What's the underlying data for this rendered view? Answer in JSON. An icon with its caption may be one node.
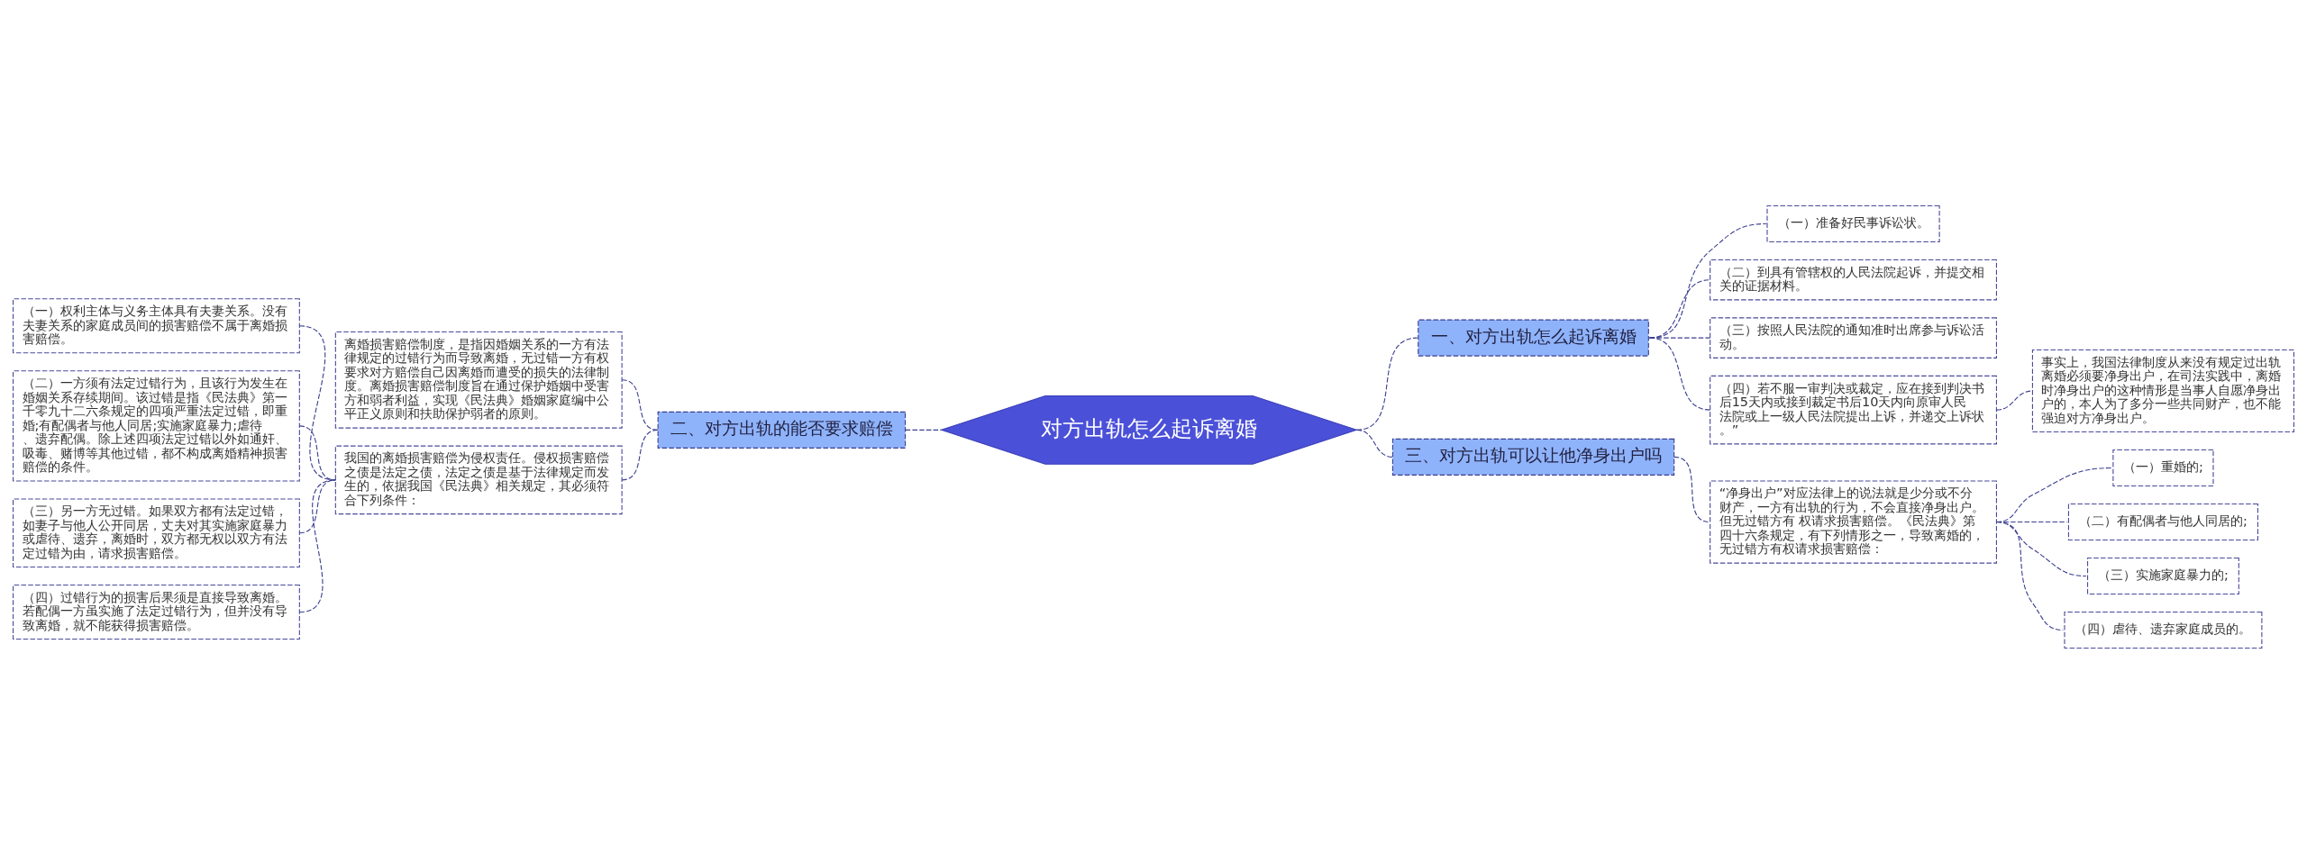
{
  "diagram": {
    "nodes": [
      {
        "text": [
          "对方出轨怎么起诉离婚"
        ]
      },
      {
        "text": [
          "一、对方出轨怎么起诉离婚"
        ]
      },
      {
        "text": [
          "（一）准备好民事诉讼状。"
        ]
      },
      {
        "text": [
          "（二）到具有管辖权的人民法院起诉，并提交相关的证据材料。"
        ]
      },
      {
        "text": [
          "（三）按照人民法院的通知准时出席参与诉讼活动。"
        ]
      },
      {
        "text": [
          "（四）若不服一审判决或裁定，应在接到判决书后15天内或接到裁定书后10天内向原审人民法院或上一级人民法院提出上诉，并递交上诉状。”"
        ]
      },
      {
        "text": [
          "事实上，我国法律制度从来没有规定过出轨离婚必须要净身出户，在司法实践中，离婚时净身出户的这种情形是当事人自愿净身出户的，本人为了多分一些共同财产，也不能强迫对方净身出户。"
        ]
      },
      {
        "text": [
          "二、对方出轨的能否要求赔偿"
        ]
      },
      {
        "text": [
          "离婚损害赔偿制度，是指因婚姻关系的一方有法律规定的过错行为而导致离婚，无过错一方有权要求对方赔偿自己因离婚而遭受的损失的法律制度。离婚损害赔偿制度旨在通过保护婚姻中受害方和弱者利益，实现《民法典》婚姻家庭编中公平正义原则和扶助保护弱者的原则。"
        ]
      },
      {
        "text": [
          "我国的离婚损害赔偿为侵权责任。侵权损害赔偿之债是法定之债，法定之债是基于法律规定而发生的，依据我国《民法典》相关规定，其必须符合下列条件："
        ]
      },
      {
        "text": [
          "（一）权利主体与义务主体具有夫妻关系。没有夫妻关系的家庭成员间的损害赔偿不属于离婚损害赔偿。"
        ]
      },
      {
        "text": [
          "（二）一方须有法定过错行为，且该行为发生在婚姻关系存续期间。该过错是指《民法典》第一千零九十二六条规定的四项严重法定过错，即重婚;有配偶者与他人同居;实施家庭暴力;虐待、遗弃配偶。除上述四项法定过错以外如通奸、吸毒、赌博等其他过错，都不构成离婚精神损害赔偿的条件。"
        ]
      },
      {
        "text": [
          "（三）另一方无过错。如果双方都有法定过错，如妻子与他人公开同居，丈夫对其实施家庭暴力或虐待、遗弃，离婚时，双方都无权以双方有法定过错为由，请求损害赔偿。"
        ]
      },
      {
        "text": [
          "（四）过错行为的损害后果须是直接导致离婚。若配偶一方虽实施了法定过错行为，但并没有导致离婚，就不能获得损害赔偿。"
        ]
      },
      {
        "text": [
          "三、对方出轨可以让他净身出户吗"
        ]
      },
      {
        "text": [
          "“净身出户”对应法律上的说法就是少分或不分财产，一方有出轨的行为，不会直接净身出户。但无过错方有 权请求损害赔偿。《民法典》第四十六条规定，有下列情形之一，导致离婚的，无过错方有权请求损害赔偿："
        ]
      },
      {
        "text": [
          "（一）重婚的;"
        ]
      },
      {
        "text": [
          "（二）有配偶者与他人同居的;"
        ]
      },
      {
        "text": [
          "（三）实施家庭暴力的;"
        ]
      },
      {
        "text": [
          "（四）虐待、遗弃家庭成员的。"
        ]
      }
    ],
    "edges": [
      {
        "from": 0,
        "to": 1,
        "arrow": "none",
        "style": "dashed"
      },
      {
        "from": 1,
        "to": 2,
        "arrow": "none",
        "style": "dashed"
      },
      {
        "from": 1,
        "to": 3,
        "arrow": "none",
        "style": "dashed"
      },
      {
        "from": 1,
        "to": 4,
        "arrow": "none",
        "style": "dashed"
      },
      {
        "from": 1,
        "to": 5,
        "arrow": "none",
        "style": "dashed"
      },
      {
        "from": 5,
        "to": 6,
        "arrow": "none",
        "style": "dashed"
      },
      {
        "from": 0,
        "to": 7,
        "arrow": "none",
        "style": "dashed"
      },
      {
        "from": 7,
        "to": 8,
        "arrow": "none",
        "style": "dashed"
      },
      {
        "from": 7,
        "to": 9,
        "arrow": "none",
        "style": "dashed"
      },
      {
        "from": 9,
        "to": 10,
        "arrow": "none",
        "style": "dashed"
      },
      {
        "from": 9,
        "to": 11,
        "arrow": "none",
        "style": "dashed"
      },
      {
        "from": 9,
        "to": 12,
        "arrow": "none",
        "style": "dashed"
      },
      {
        "from": 9,
        "to": 13,
        "arrow": "none",
        "style": "dashed"
      },
      {
        "from": 0,
        "to": 14,
        "arrow": "none",
        "style": "dashed"
      },
      {
        "from": 14,
        "to": 15,
        "arrow": "none",
        "style": "dashed"
      },
      {
        "from": 15,
        "to": 16,
        "arrow": "none",
        "style": "dashed"
      },
      {
        "from": 15,
        "to": 17,
        "arrow": "none",
        "style": "dashed"
      },
      {
        "from": 15,
        "to": 18,
        "arrow": "none",
        "style": "dashed"
      },
      {
        "from": 15,
        "to": 19,
        "arrow": "none",
        "style": "dashed"
      }
    ]
  }
}
